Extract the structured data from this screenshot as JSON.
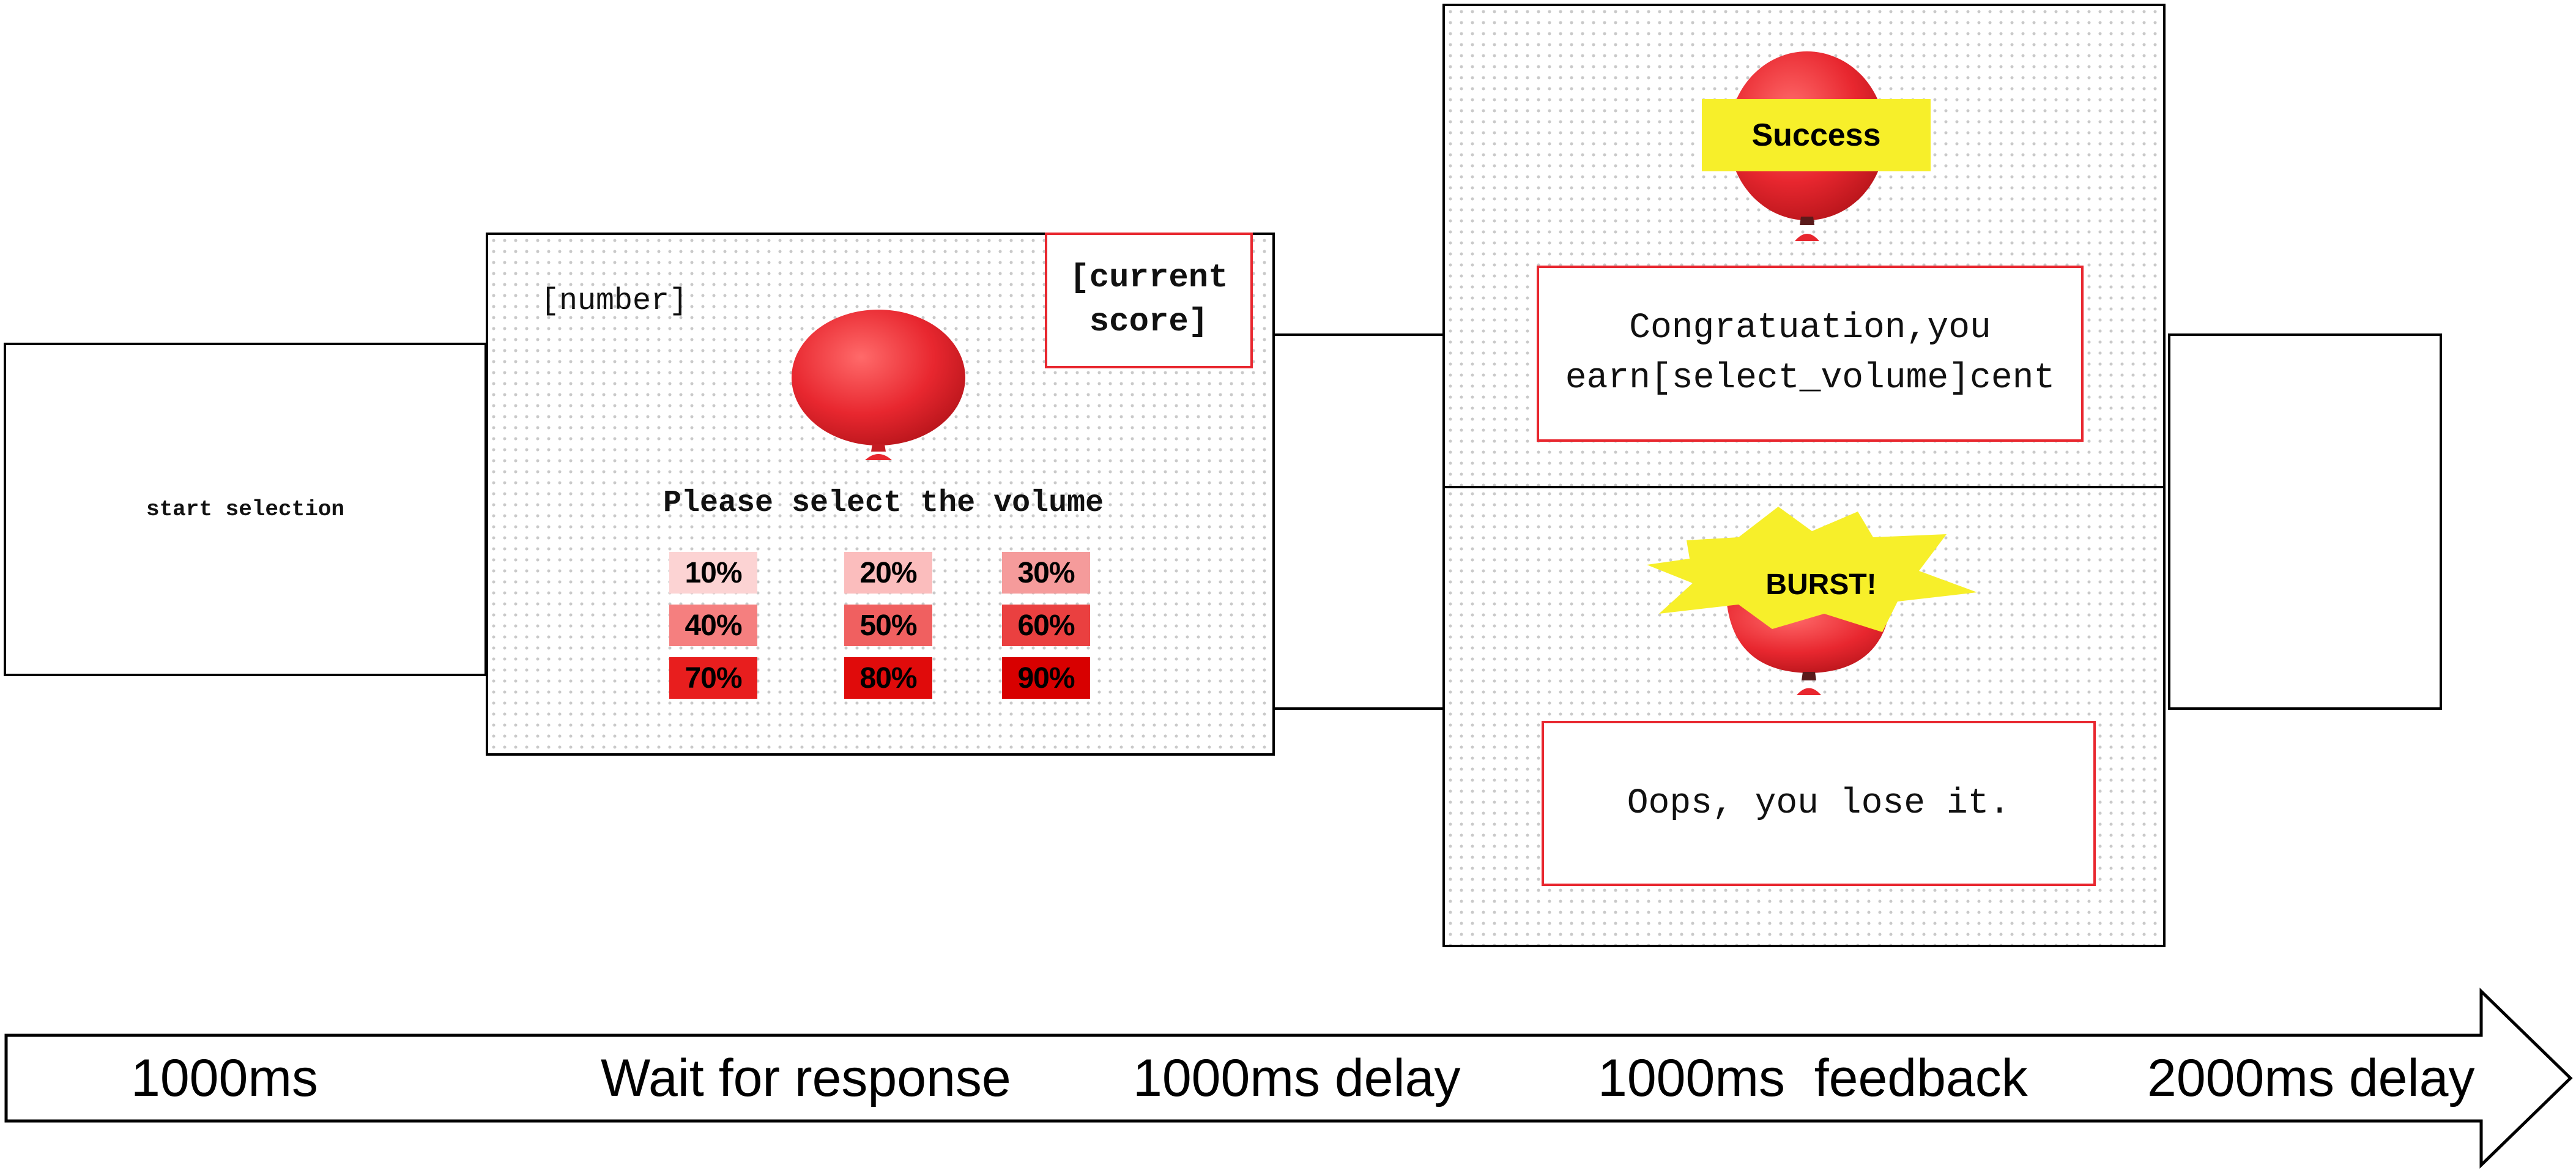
{
  "start_screen": {
    "label": "start selection"
  },
  "selection_screen": {
    "number_label": "[number]",
    "score_label_line1": "[current",
    "score_label_line2": "score]",
    "prompt": "Please select the volume",
    "options": [
      "10%",
      "20%",
      "30%",
      "40%",
      "50%",
      "60%",
      "70%",
      "80%",
      "90%"
    ],
    "option_colors": [
      "#fcd3d3",
      "#fbbdbd",
      "#f59b9b",
      "#f57f7f",
      "#f06060",
      "#ea4040",
      "#e81e1e",
      "#e00b0b",
      "#d80000"
    ]
  },
  "success_screen": {
    "badge": "Success",
    "message_line1": "Congratuation,you",
    "message_line2": "earn[select_volume]cent"
  },
  "burst_screen": {
    "badge": "BURST!",
    "message": "Oops, you lose it."
  },
  "timeline": {
    "labels": [
      "1000ms",
      "Wait for response",
      "1000ms delay",
      "1000ms  feedback",
      "2000ms delay"
    ]
  },
  "colors": {
    "balloon": "#e8272f",
    "badge_yellow": "#f7ef2a",
    "box_border": "#e8272f"
  }
}
